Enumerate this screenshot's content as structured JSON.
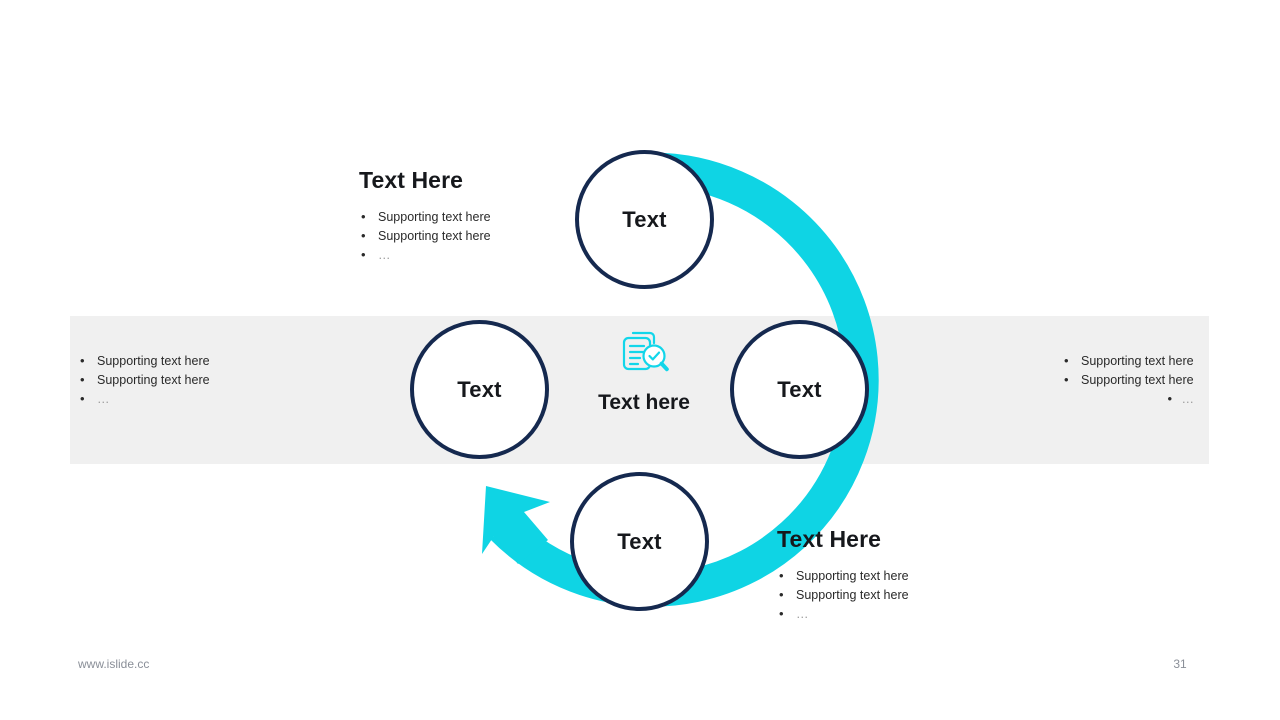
{
  "slide": {
    "accent_color": "#0fd4e4",
    "navy_color": "#15294f",
    "band_color": "#f0f0f0"
  },
  "nodes": [
    {
      "id": "top",
      "label": "Text"
    },
    {
      "id": "right",
      "label": "Text"
    },
    {
      "id": "bottom",
      "label": "Text"
    },
    {
      "id": "left",
      "label": "Text"
    }
  ],
  "center": {
    "icon": "document-check-magnifier-icon",
    "caption": "Text here"
  },
  "blocks": {
    "top_left": {
      "title": "Text Here",
      "bullets": [
        "Supporting  text here",
        "Supporting  text here",
        "…"
      ]
    },
    "left": {
      "title": "",
      "bullets": [
        "Supporting  text here",
        "Supporting  text here",
        "…"
      ]
    },
    "right": {
      "title": "",
      "bullets": [
        "Supporting  text here",
        "Supporting  text here",
        "…"
      ]
    },
    "bottom_right": {
      "title": "Text Here",
      "bullets": [
        "Supporting  text here",
        "Supporting  text here",
        "…"
      ]
    }
  },
  "footer": {
    "url": "www.islide.cc",
    "page": "31"
  }
}
